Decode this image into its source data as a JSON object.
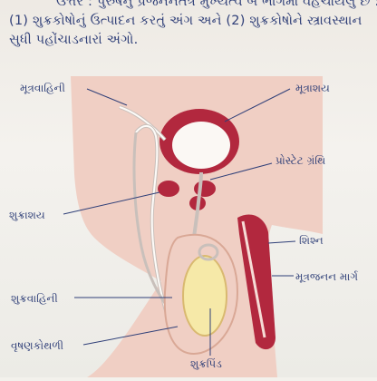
{
  "text": {
    "line1": "ઉત્તર : પુરુષનું પ્રજનનતંત્ર મુખ્યત્વે બે ભાગમાં વહેંચાયેલું છે :",
    "line2": "(1) શુક્રકોષોનું ઉત્પાદન કરતું અંગ અને (2) શુક્રકોષોને સ્ત્રાવસ્થાન",
    "line3": "સુધી પહોંચાડનારાં અંગો."
  },
  "labels": {
    "urethra_left": "મૂત્રવાહિની",
    "bladder": "મૂત્રાશય",
    "prostate": "પ્રોસ્ટેટ ગ્રંથિ",
    "seminal_vesicle": "શુક્રાશય",
    "penis": "શિશ્ન",
    "urethra_canal": "મૂત્રજનન માર્ગ",
    "vas_deferens": "શુક્રવાહિની",
    "scrotum": "વૃષણકોથળી",
    "testis": "શુક્રપિંડ"
  },
  "colors": {
    "text": "#2f3f78",
    "body_fill": "#f0cfc4",
    "organ_red": "#b2283e",
    "testis_fill": "#f6e9a8"
  }
}
